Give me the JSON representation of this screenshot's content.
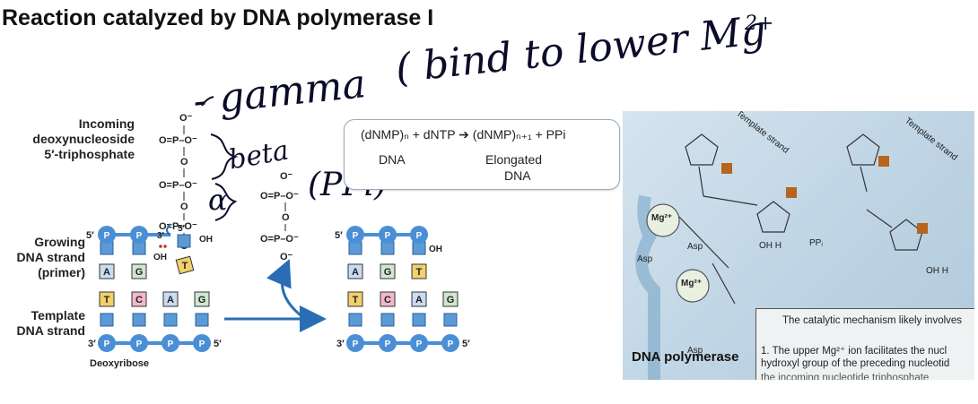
{
  "title": "Reaction catalyzed by DNA polymerase I",
  "left_diagram": {
    "incoming_label": [
      "Incoming",
      "deoxynucleoside",
      "5′-triphosphate"
    ],
    "growing_label": [
      "Growing",
      "DNA strand",
      "(primer)"
    ],
    "template_label": [
      "Template",
      "DNA strand"
    ],
    "deoxyribose_label": "Deoxyribose",
    "phosphate_symbol": "P",
    "oh_label": "OH",
    "prime3_label": "3′",
    "prime5_label": "5′",
    "primer_bases": [
      "A",
      "G"
    ],
    "incoming_base": "T",
    "template_bases": [
      "T",
      "C",
      "A",
      "G"
    ],
    "product_primer_bases": [
      "A",
      "G",
      "T"
    ],
    "product_template_bases": [
      "T",
      "C",
      "A",
      "G"
    ]
  },
  "handwriting": {
    "gamma": "- gamma",
    "bind": "( bind to lower Mg",
    "bind_sup": "2+",
    "beta": "beta",
    "alpha": "α",
    "ppi": "(PPi)"
  },
  "equation": {
    "line1": "(dNMP)ₙ + dNTP ➔ (dNMP)ₙ₊₁ + PPi",
    "label_dna": "DNA",
    "label_elongated": "Elongated",
    "label_elongated2": "DNA"
  },
  "photo": {
    "template_strand": "Template strand",
    "mg_label": "Mg²⁺",
    "asp_label": "Asp",
    "ppi_label": "PPᵢ",
    "oh_h": "OH  H",
    "caption_title": "DNA polymerase",
    "mechanism_heading": "The catalytic mechanism likely involves",
    "mechanism_line1": "1. The upper Mg²⁺ ion facilitates the nucl",
    "mechanism_line2": "hydroxyl group of the preceding nucleotid",
    "mechanism_line3": "the incoming nucleotide triphosphate"
  },
  "colors": {
    "phosphate": "#4a8fd6",
    "sugar": "#5b9ad6",
    "base_A": "#c9dcf2",
    "base_G": "#cfe6cf",
    "base_T": "#f2d06b",
    "base_C": "#f1b8c9",
    "arrow": "#2a6db5",
    "mg": "#e8f0e0"
  }
}
